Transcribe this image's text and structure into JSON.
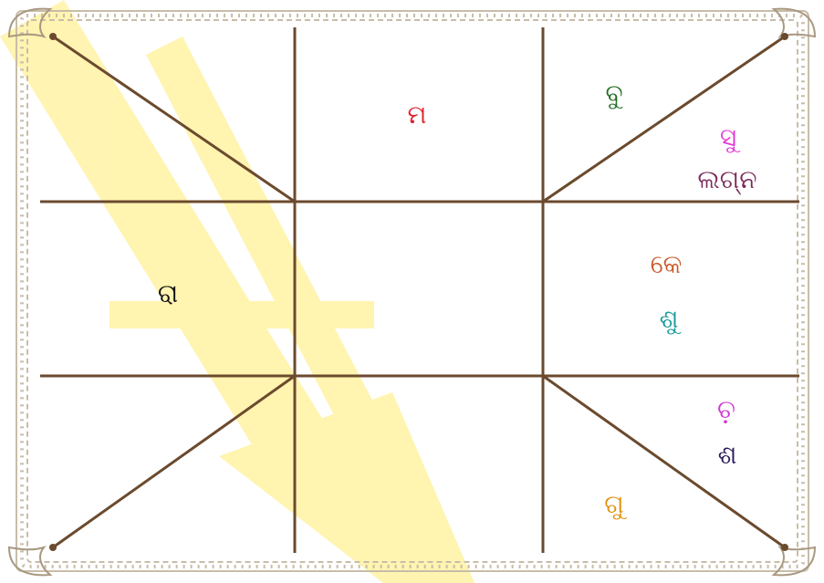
{
  "chart": {
    "labels": [
      {
        "id": "ma",
        "text": "ମ",
        "color": "#e0202a"
      },
      {
        "id": "bu",
        "text": "ବୁ",
        "color": "#1f6b1f"
      },
      {
        "id": "su",
        "text": "ସୁ",
        "color": "#e23ad6"
      },
      {
        "id": "lagna",
        "text": "ଲଗ୍ନ",
        "color": "#7a2a5a"
      },
      {
        "id": "ra",
        "text": "ରା",
        "color": "#111111"
      },
      {
        "id": "ke",
        "text": "କେ",
        "color": "#c85a28"
      },
      {
        "id": "shu",
        "text": "ଶୁ",
        "color": "#1a9a9a"
      },
      {
        "id": "chan",
        "text": "ଚ଼",
        "color": "#d03ad0"
      },
      {
        "id": "sha",
        "text": "ଶ",
        "color": "#2a1a5a"
      },
      {
        "id": "gu",
        "text": "ଗୁ",
        "color": "#e0900a"
      }
    ]
  },
  "colors": {
    "line": "#6b4a2e",
    "border": "#c8bda8",
    "watermark": "#fff3a8"
  }
}
